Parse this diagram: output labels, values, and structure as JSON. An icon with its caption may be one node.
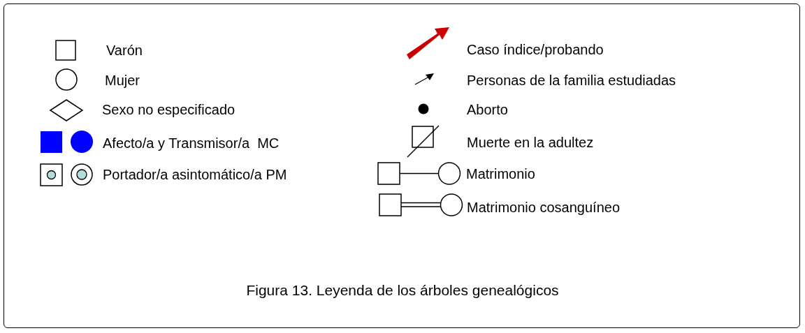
{
  "diagram": {
    "caption": "Figura 13. Leyenda de los árboles genealógicos",
    "legend": [
      {
        "text": "Varón"
      },
      {
        "text": "Mujer"
      },
      {
        "text": "Sexo no especificado"
      },
      {
        "text": "Afecto/a y Transmisor/a  MC"
      },
      {
        "text": "Portador/a asintomático/a PM"
      },
      {
        "text": "Caso índice/probando"
      },
      {
        "text": "Personas de la familia estudiadas"
      },
      {
        "text": "Aborto"
      },
      {
        "text": "Muerte en la adultez"
      },
      {
        "text": "Matrimonio"
      },
      {
        "text": "Matrimonio cosanguíneo"
      }
    ]
  }
}
